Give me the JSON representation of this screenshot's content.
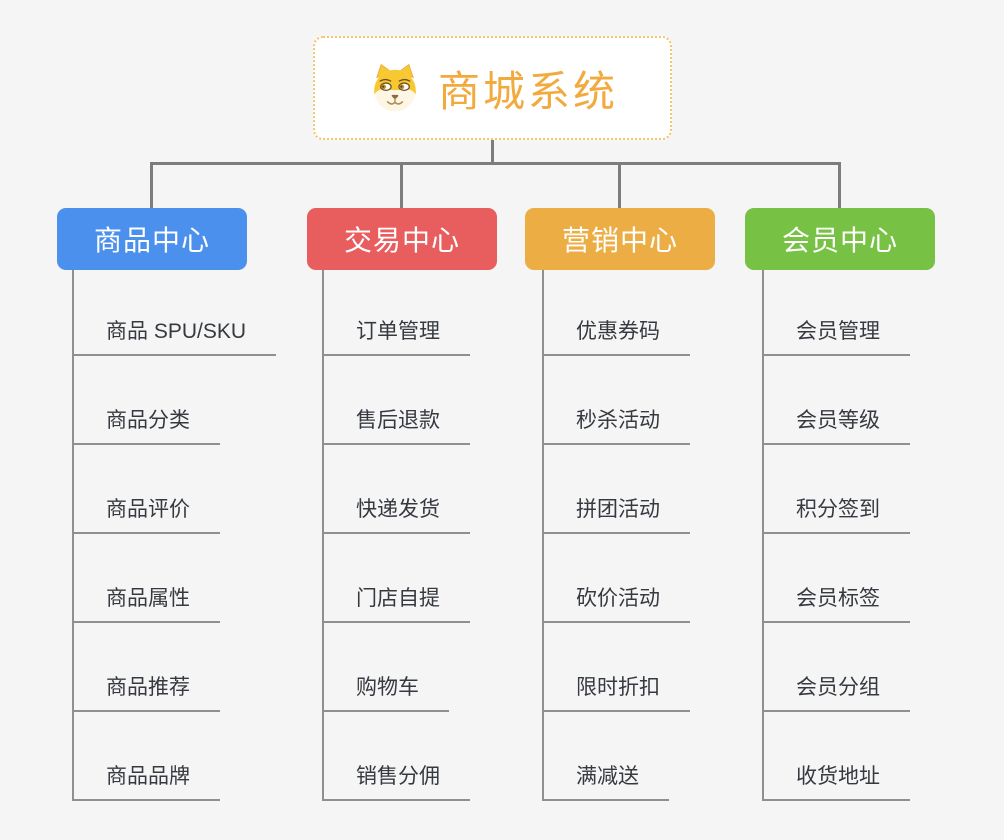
{
  "page": {
    "background_color": "#f5f5f5",
    "connector_color": "#7d7d7d",
    "child_line_color": "#8f8f8f",
    "child_text_color": "#363a40"
  },
  "root": {
    "label": "商城系统",
    "icon": "dog-face-icon",
    "text_color": "#f2a93d",
    "border_color": "#f6c36f",
    "fill_color": "#ffffff"
  },
  "branches": [
    {
      "label": "商品中心",
      "color": "#4a90ec",
      "children": [
        "商品 SPU/SKU",
        "商品分类",
        "商品评价",
        "商品属性",
        "商品推荐",
        "商品品牌"
      ]
    },
    {
      "label": "交易中心",
      "color": "#e85d5d",
      "children": [
        "订单管理",
        "售后退款",
        "快递发货",
        "门店自提",
        "购物车",
        "销售分佣"
      ]
    },
    {
      "label": "营销中心",
      "color": "#ecae44",
      "children": [
        "优惠券码",
        "秒杀活动",
        "拼团活动",
        "砍价活动",
        "限时折扣",
        "满减送"
      ]
    },
    {
      "label": "会员中心",
      "color": "#77c144",
      "children": [
        "会员管理",
        "会员等级",
        "积分签到",
        "会员标签",
        "会员分组",
        "收货地址"
      ]
    }
  ]
}
